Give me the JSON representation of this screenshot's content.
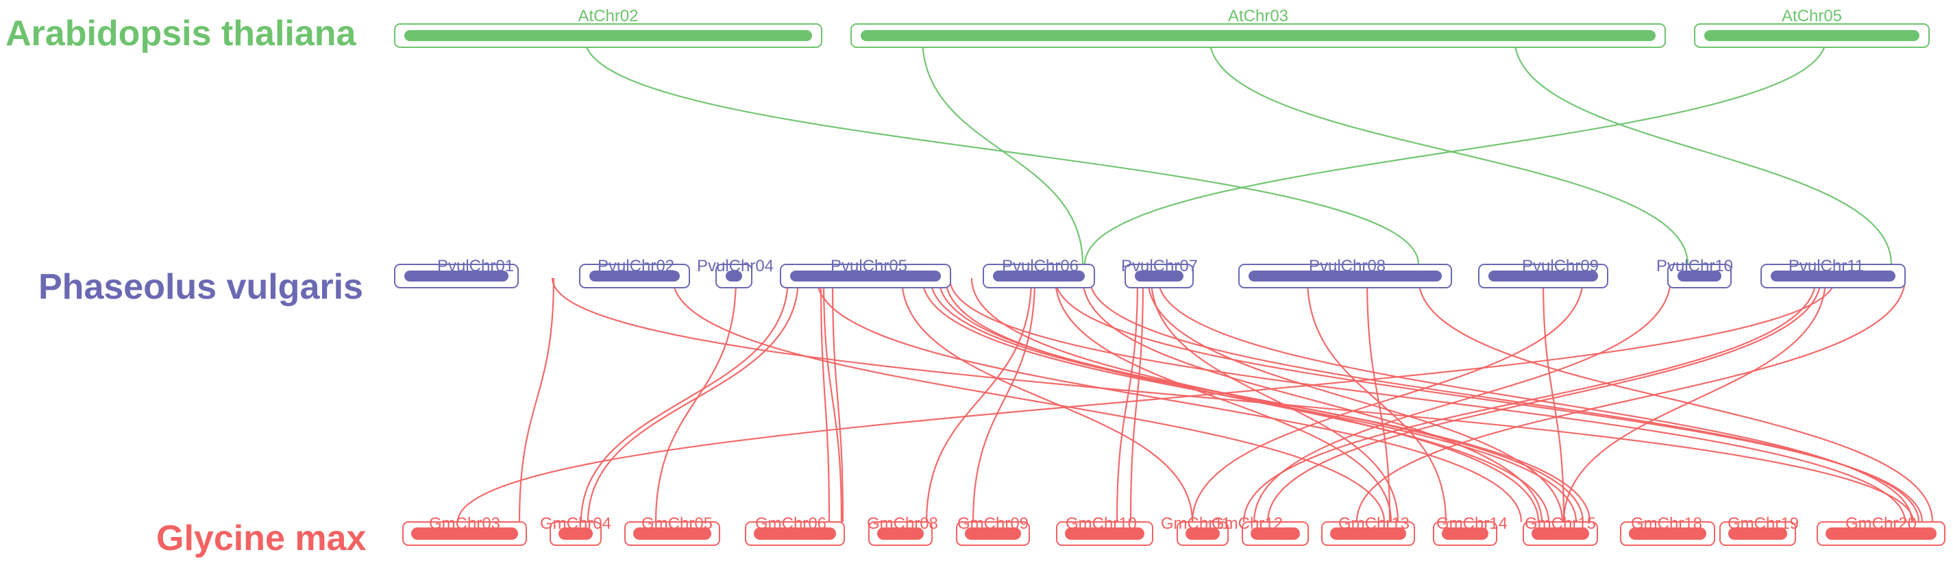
{
  "colors": {
    "arabidopsis": "#6ec36e",
    "phaseolus": "#6b69b3",
    "glycine": "#f26262"
  },
  "species": {
    "arabidopsis": "Arabidopsis thaliana",
    "phaseolus": "Phaseolus vulgaris",
    "glycine": "Glycine max"
  },
  "chromosomes": {
    "arabidopsis": [
      "AtChr02",
      "AtChr03",
      "AtChr05"
    ],
    "phaseolus": [
      "PvulChr01",
      "PvulChr02",
      "PvulChr04",
      "PvulChr05",
      "PvulChr06",
      "PvulChr07",
      "PvulChr08",
      "PvulChr09",
      "PvulChr10",
      "PvulChr11"
    ],
    "glycine": [
      "GmChr03",
      "GmChr04",
      "GmChr05",
      "GmChr06",
      "GmChr08",
      "GmChr09",
      "GmChr10",
      "GmChr11",
      "GmChr12",
      "GmChr13",
      "GmChr14",
      "GmChr15",
      "GmChr18",
      "GmChr19",
      "GmChr20"
    ]
  }
}
